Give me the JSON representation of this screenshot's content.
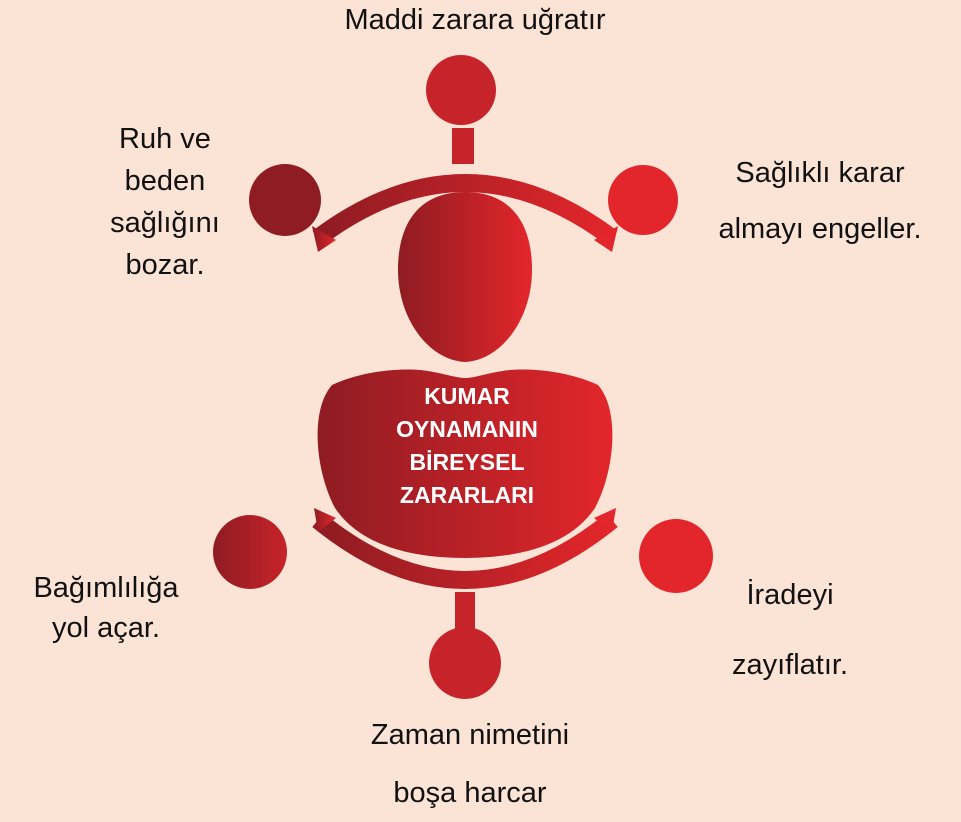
{
  "center": {
    "lines": [
      "KUMAR",
      "OYNAMANIN",
      "BİREYSEL",
      "ZARARLARI"
    ]
  },
  "items": {
    "top": {
      "lines": [
        "Maddi zarara uğratır"
      ]
    },
    "top_left": {
      "lines": [
        "Ruh ve",
        "beden",
        "sağlığını",
        "bozar."
      ]
    },
    "top_right": {
      "lines": [
        "Sağlıklı karar",
        "almayı engeller."
      ]
    },
    "bottom_left": {
      "lines": [
        "Bağımlılığa",
        "yol açar."
      ]
    },
    "bottom_right": {
      "lines": [
        "İradeyi",
        "zayıflatır."
      ]
    },
    "bottom": {
      "lines": [
        "Zaman nimetini",
        "boşa  harcar"
      ]
    }
  },
  "colors": {
    "background": "#fbe3d6",
    "dark_red": "#8e1c22",
    "bright_red": "#e3262b",
    "text": "#111111",
    "center_text": "#ffffff"
  }
}
